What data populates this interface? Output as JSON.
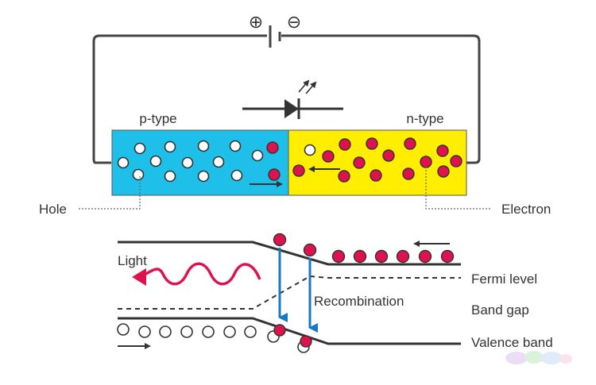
{
  "battery": {
    "plus_symbol": "⊕",
    "minus_symbol": "⊖"
  },
  "labels": {
    "p_type": "p-type",
    "n_type": "n-type",
    "hole": "Hole",
    "electron": "Electron",
    "light": "Light",
    "recombination": "Recombination",
    "fermi_level": "Fermi level",
    "band_gap": "Band gap",
    "valence_band": "Valence band"
  },
  "colors": {
    "p_region": "#1ec0ea",
    "n_region": "#ffee00",
    "electron": "#e0114f",
    "arrow_blue": "#1578c9",
    "wire": "#444444",
    "text": "#333333"
  },
  "icons": {
    "diode": "led-symbol",
    "battery": "battery-symbol",
    "light_wave": "wavy-arrow"
  }
}
